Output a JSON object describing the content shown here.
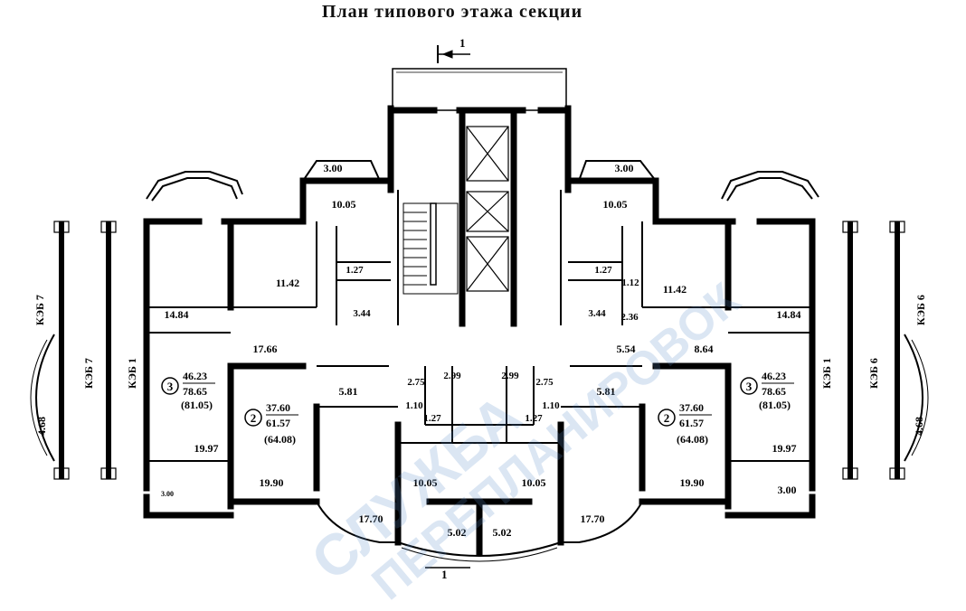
{
  "title": "План типового этажа секции",
  "section_mark": "1",
  "areas": {
    "left": {
      "balcony_top": "3.00",
      "kitchen_top": "10.05",
      "bath_top": "1.27",
      "bath_top2": "3.44",
      "room_a": "11.42",
      "room_b": "14.84",
      "hall_a": "17.66",
      "room_big": "19.97",
      "loggia": "3.00",
      "hall_b": "5.81",
      "room_c": "19.90",
      "room_d": "17.70",
      "kitchen_bottom": "10.05",
      "loggia_bottom": "5.02",
      "ws1": "2.75",
      "ws2": "2.99",
      "ws3": "1.10",
      "ws4": "1.27"
    },
    "right": {
      "balcony_top": "3.00",
      "kitchen_top": "10.05",
      "bath_top": "1.27",
      "bath_top_b": "1.12",
      "bath_top2": "3.44",
      "bath_top3": "2.36",
      "room_a": "11.42",
      "room_b": "14.84",
      "hall_a": "5.54",
      "hall_a2": "8.64",
      "room_big": "19.97",
      "loggia": "3.00",
      "hall_b": "5.81",
      "room_c": "19.90",
      "room_d": "17.70",
      "kitchen_bottom": "10.05",
      "loggia_bottom": "5.02",
      "ws1": "2.75",
      "ws2": "2.99",
      "ws3": "1.10",
      "ws4": "1.27"
    }
  },
  "apartments": [
    {
      "rooms": "3",
      "living": "46.23",
      "total": "78.65",
      "with_loggia": "(81.05)"
    },
    {
      "rooms": "2",
      "living": "37.60",
      "total": "61.57",
      "with_loggia": "(64.08)"
    },
    {
      "rooms": "2",
      "living": "37.60",
      "total": "61.57",
      "with_loggia": "(64.08)"
    },
    {
      "rooms": "3",
      "living": "46.23",
      "total": "78.65",
      "with_loggia": "(81.05)"
    }
  ],
  "side_labels": {
    "keb7_outer": "КЭБ 7",
    "keb7_inner": "КЭБ 7",
    "keb1_left": "КЭБ 1",
    "keb1_right": "КЭБ 1",
    "keb6_inner": "КЭБ 6",
    "keb6_outer": "КЭБ 6",
    "bay_left": "4.68",
    "bay_right": "4.68"
  },
  "watermark": {
    "line1": "СЛУЖБА",
    "line2": "ПЕРЕПЛАНИРОВОК",
    "color": "#5a8cc8"
  }
}
